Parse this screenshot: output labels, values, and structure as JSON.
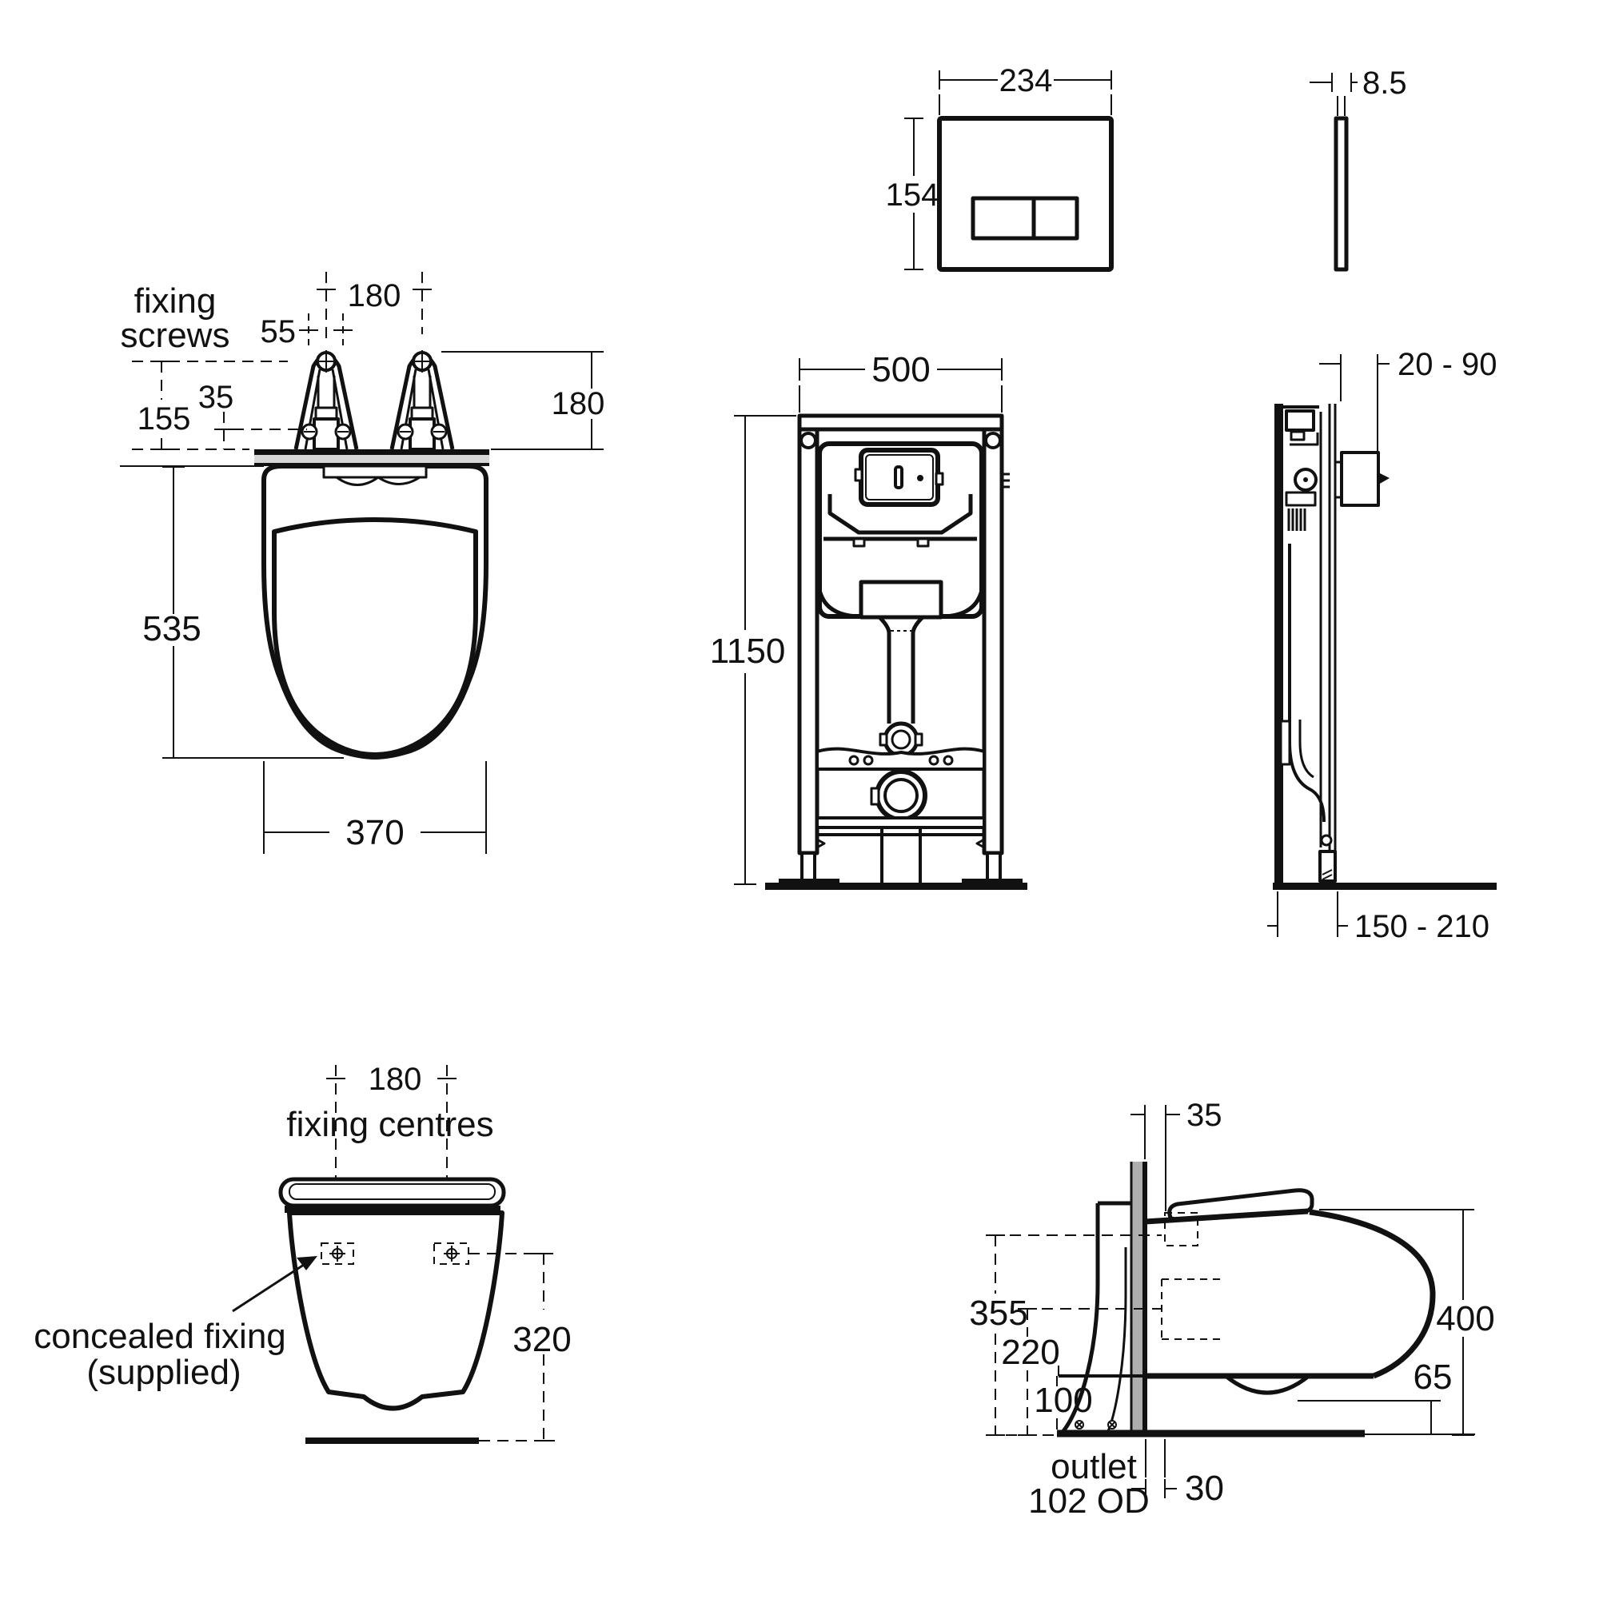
{
  "colors": {
    "line": "#111111",
    "plate_gray": "#d6d6d6",
    "wall_gray": "#aeaeae",
    "background": "#ffffff"
  },
  "views": {
    "flush_plate_front": {
      "dim_width": "234",
      "dim_height": "154"
    },
    "flush_plate_side": {
      "dim_thickness": "8.5"
    },
    "pan_plan": {
      "label_line1": "fixing",
      "label_line2": "screws",
      "dim_fixing_centres": "180",
      "dim_55": "55",
      "dim_35": "35",
      "dim_155": "155",
      "dim_180_side": "180",
      "dim_535": "535",
      "dim_370": "370"
    },
    "frame_front": {
      "dim_width": "500",
      "dim_height": "1150"
    },
    "frame_side": {
      "dim_top_range": "20 - 90",
      "dim_bottom_range": "150 - 210"
    },
    "pan_front": {
      "dim_fixing_centres": "180",
      "label_fixing_centres": "fixing centres",
      "label_note_line1": "concealed fixing",
      "label_note_line2": "(supplied)",
      "dim_320": "320"
    },
    "pan_side": {
      "dim_35": "35",
      "dim_355": "355",
      "dim_220": "220",
      "dim_100": "100",
      "dim_400": "400",
      "dim_65": "65",
      "dim_30": "30",
      "label_outlet_line1": "outlet",
      "label_outlet_line2": "102 OD"
    }
  }
}
